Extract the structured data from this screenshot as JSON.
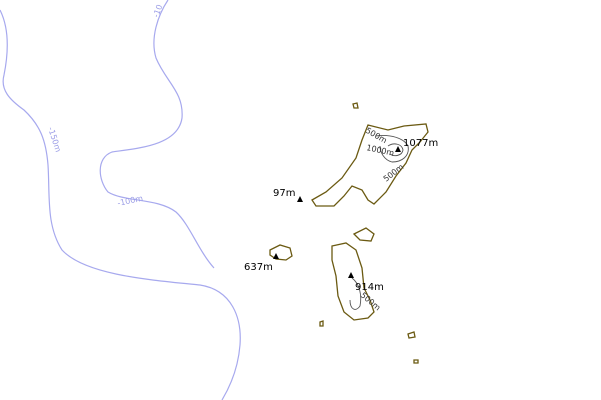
{
  "map": {
    "colors": {
      "bathymetry": "#a7a9ee",
      "coastline": "#6b5a12",
      "background": "#ffffff"
    },
    "bathymetry_labels": {
      "top": "-10",
      "left": "-150m",
      "middle": "-100m"
    },
    "contour_labels": {
      "north_upper": "500m",
      "north_inner": "1000m",
      "north_lower": "500m",
      "south": "500m"
    },
    "peaks": [
      {
        "label": "1077m"
      },
      {
        "label": "97m"
      },
      {
        "label": "637m"
      },
      {
        "label": "914m"
      }
    ]
  }
}
